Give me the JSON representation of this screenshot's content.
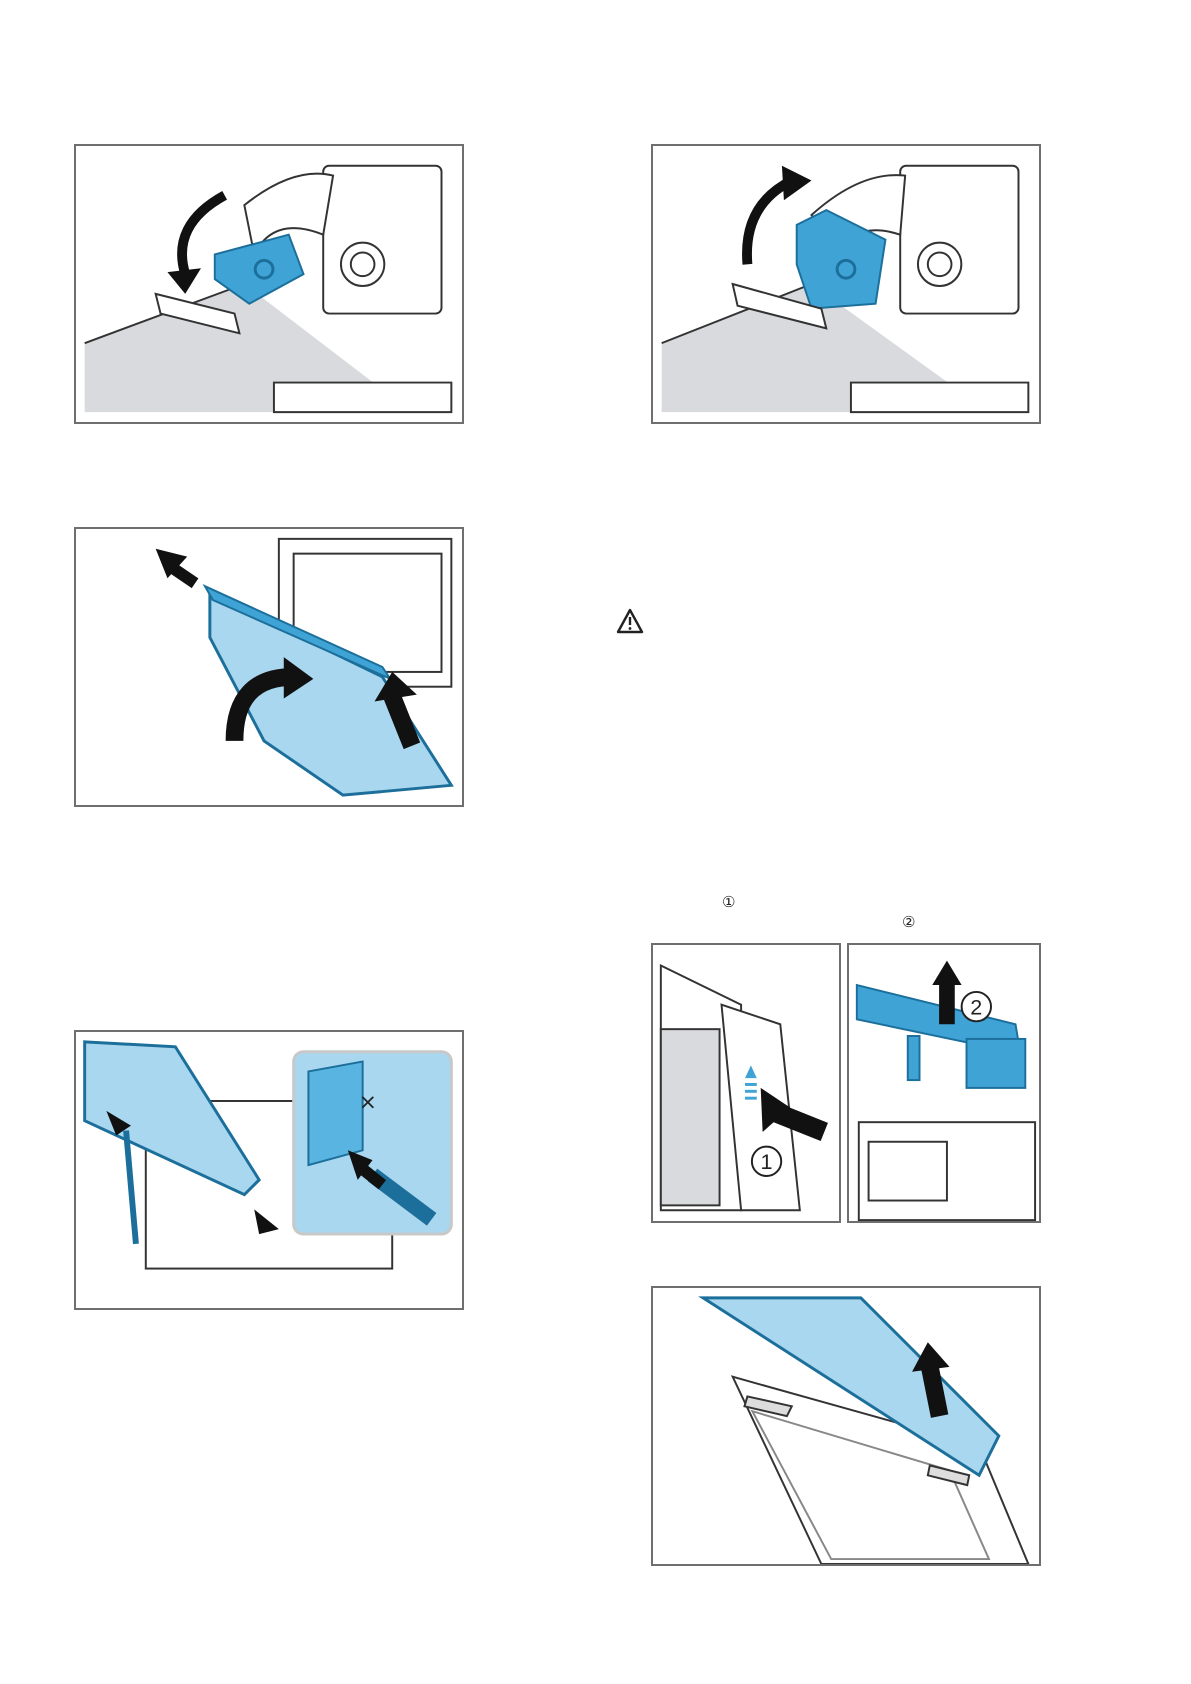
{
  "markers": {
    "step_one": "①",
    "step_two": "②"
  },
  "figure_labels": {
    "push": "1",
    "lift": "2"
  },
  "icons": {
    "warning": "warning-triangle-icon"
  },
  "colors": {
    "accent_blue": "#3fa3d6",
    "glass_blue": "#a9d7ef",
    "frame_gray": "#6f6f6f",
    "floor_gray": "#d9dadd"
  }
}
